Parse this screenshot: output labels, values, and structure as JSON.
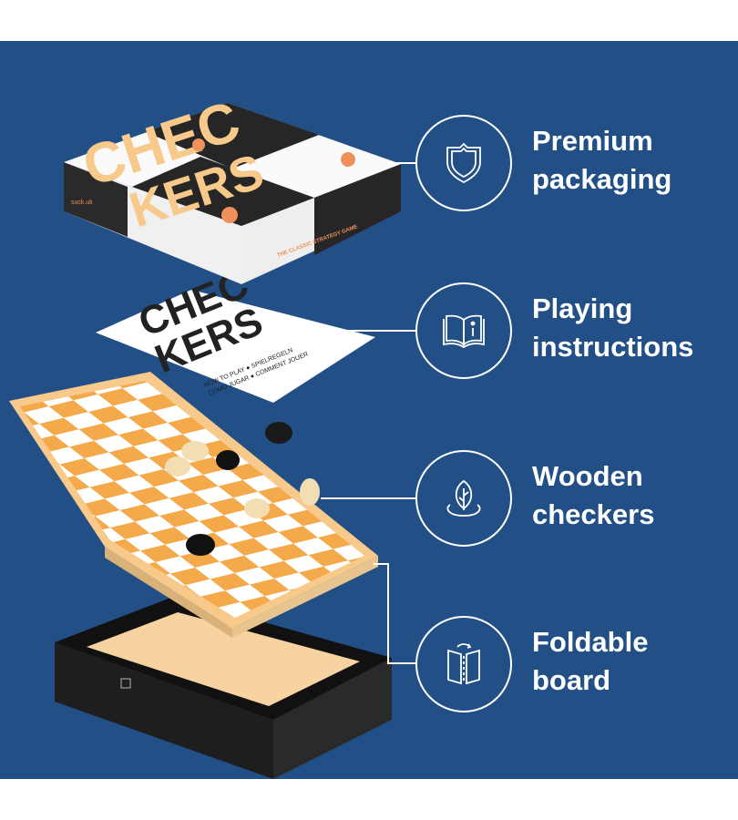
{
  "colors": {
    "background": "#214f86",
    "accent_orange": "#f0905a",
    "board_light": "#f7c98b",
    "board_dark": "#f4a94b",
    "box_dark": "#262626"
  },
  "product": {
    "box_title_line1": "CHEC",
    "box_title_line2": "KERS",
    "box_tagline": "THE CLASSIC STRATEGY GAME",
    "brand": "suck.uk",
    "booklet_title_line1": "CHEC",
    "booklet_title_line2": "KERS",
    "booklet_line1": "HOW TO PLAY ● SPIELREGELN",
    "booklet_line2": "CÓMO JUGAR ● COMMENT JOUER"
  },
  "features": [
    {
      "icon": "shield-icon",
      "line1": "Premium",
      "line2": "packaging"
    },
    {
      "icon": "book-icon",
      "line1": "Playing",
      "line2": "instructions"
    },
    {
      "icon": "leaf-icon",
      "line1": "Wooden",
      "line2": "checkers"
    },
    {
      "icon": "fold-icon",
      "line1": "Foldable",
      "line2": "board"
    }
  ]
}
